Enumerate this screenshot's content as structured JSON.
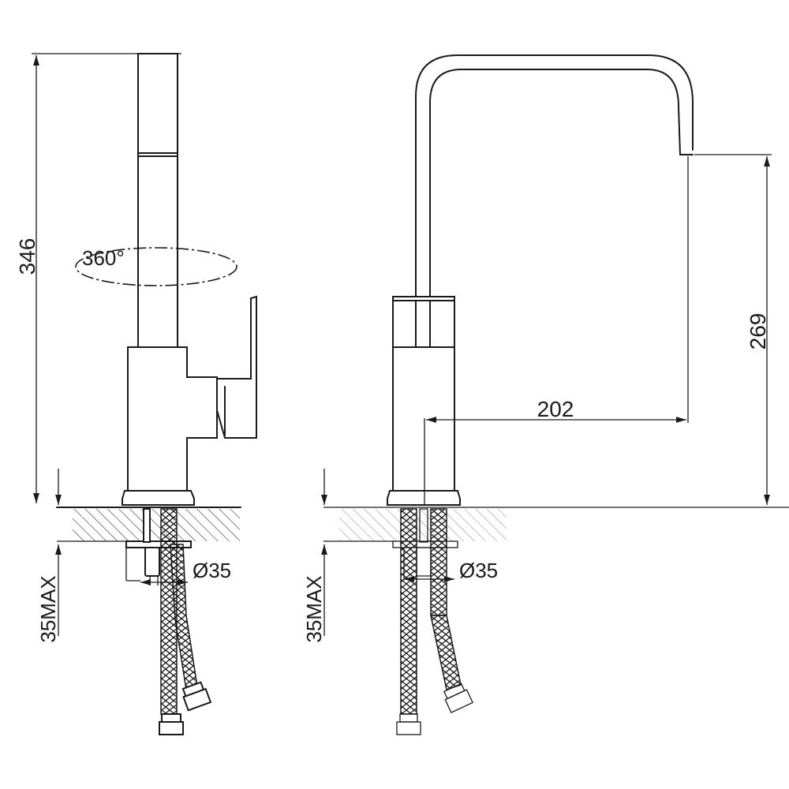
{
  "side_view": {
    "height_label": "346",
    "rotation_label": "360°",
    "max_thickness_label": "35MAX",
    "hole_diameter_label": "Ø35"
  },
  "front_view": {
    "spout_height_label": "269",
    "spout_reach_label": "202",
    "max_thickness_label": "35MAX",
    "hole_diameter_label": "Ø35"
  }
}
